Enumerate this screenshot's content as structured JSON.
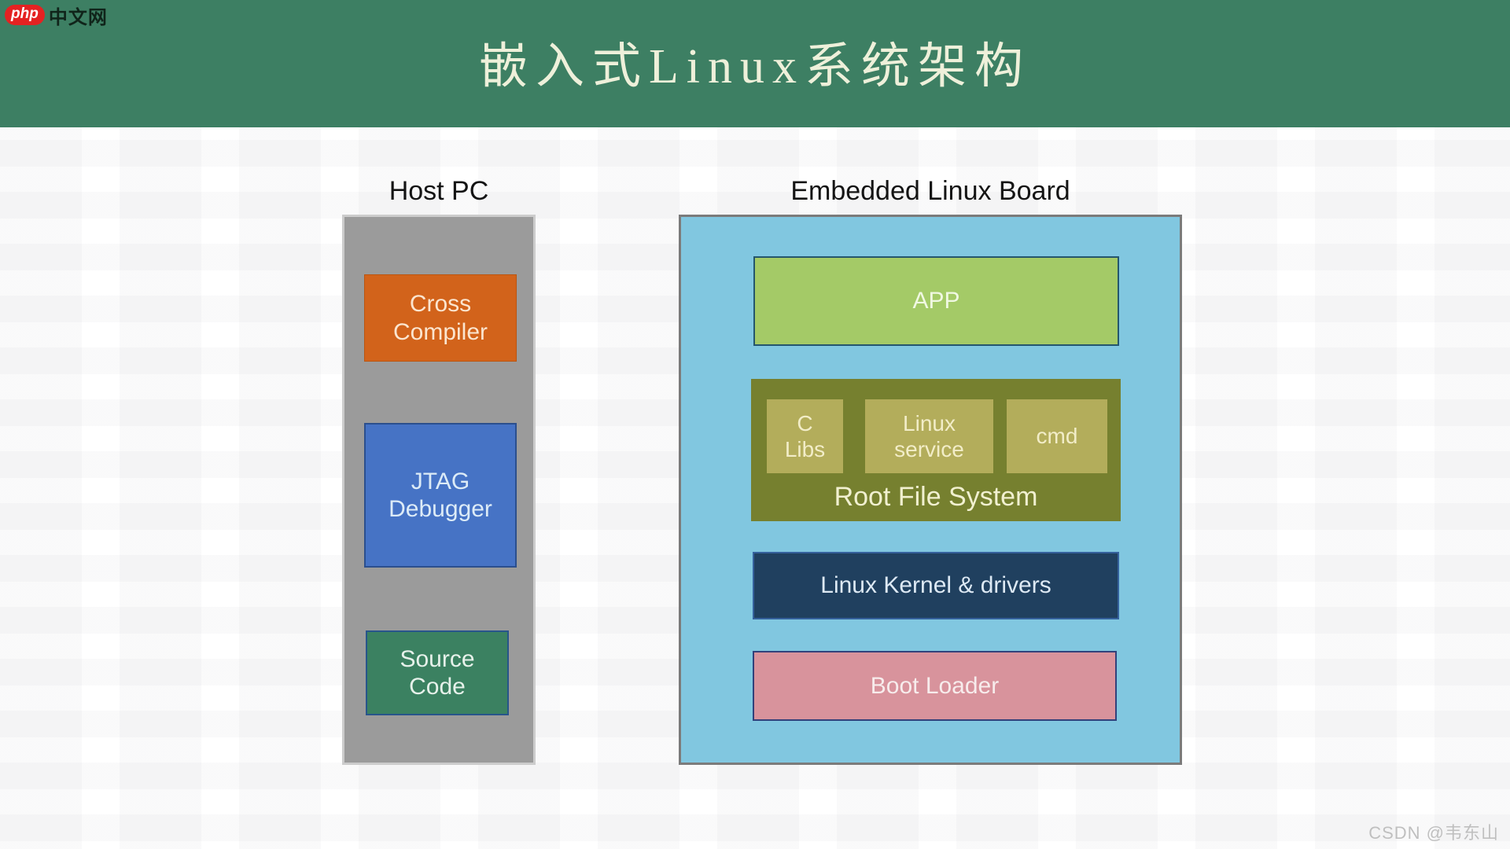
{
  "site": {
    "logo_badge": "php",
    "logo_text": "中文网"
  },
  "header": {
    "title": "嵌入式Linux系统架构"
  },
  "diagram": {
    "host": {
      "label": "Host PC",
      "cross_compiler": "Cross Compiler",
      "jtag_debugger": "JTAG Debugger",
      "source_code": "Source Code"
    },
    "board": {
      "label": "Embedded Linux Board",
      "app": "APP",
      "rootfs": {
        "label": "Root File System",
        "c_libs": "C Libs",
        "linux_service": "Linux service",
        "cmd": "cmd"
      },
      "kernel": "Linux Kernel & drivers",
      "bootloader": "Boot Loader"
    }
  },
  "footer": {
    "watermark": "CSDN @韦东山"
  },
  "colors": {
    "header_green": "#3d7f63",
    "title_cream": "#eef0da",
    "host_gray": "#9b9b9b",
    "cross_orange": "#d2631b",
    "jtag_blue": "#4673c5",
    "source_green": "#3b8161",
    "board_blue": "#81c7e0",
    "app_green": "#a4ca67",
    "rootfs_olive": "#76802f",
    "rootfs_subbox_olive": "#b3ad5b",
    "kernel_navy": "#20405f",
    "bootloader_pink": "#d8939c",
    "logo_red": "#e42222"
  }
}
